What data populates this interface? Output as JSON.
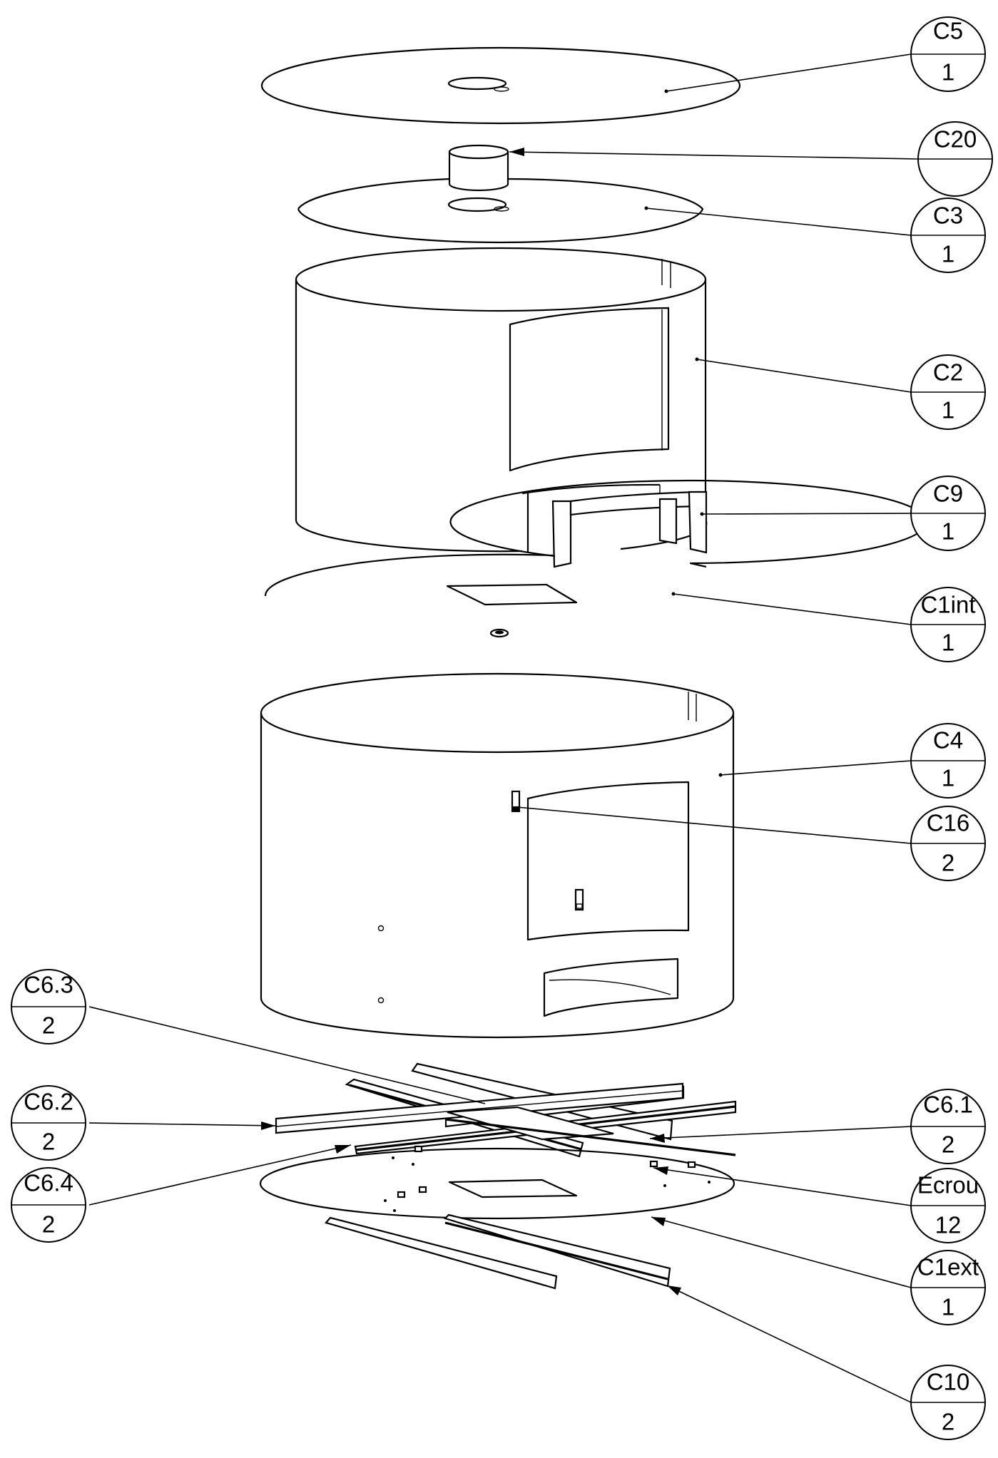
{
  "callouts": [
    {
      "id": "c5",
      "item": "C5",
      "qty": "1"
    },
    {
      "id": "c20",
      "item": "C20",
      "qty": ""
    },
    {
      "id": "c3",
      "item": "C3",
      "qty": "1"
    },
    {
      "id": "c2",
      "item": "C2",
      "qty": "1"
    },
    {
      "id": "c9",
      "item": "C9",
      "qty": "1"
    },
    {
      "id": "c1int",
      "item": "C1int",
      "qty": "1"
    },
    {
      "id": "c4",
      "item": "C4",
      "qty": "1"
    },
    {
      "id": "c16",
      "item": "C16",
      "qty": "2"
    },
    {
      "id": "c63",
      "item": "C6.3",
      "qty": "2"
    },
    {
      "id": "c62",
      "item": "C6.2",
      "qty": "2"
    },
    {
      "id": "c61",
      "item": "C6.1",
      "qty": "2"
    },
    {
      "id": "c64",
      "item": "C6.4",
      "qty": "2"
    },
    {
      "id": "ecrou",
      "item": "Ecrou",
      "qty": "12"
    },
    {
      "id": "c1ext",
      "item": "C1ext",
      "qty": "1"
    },
    {
      "id": "c10",
      "item": "C10",
      "qty": "2"
    }
  ]
}
